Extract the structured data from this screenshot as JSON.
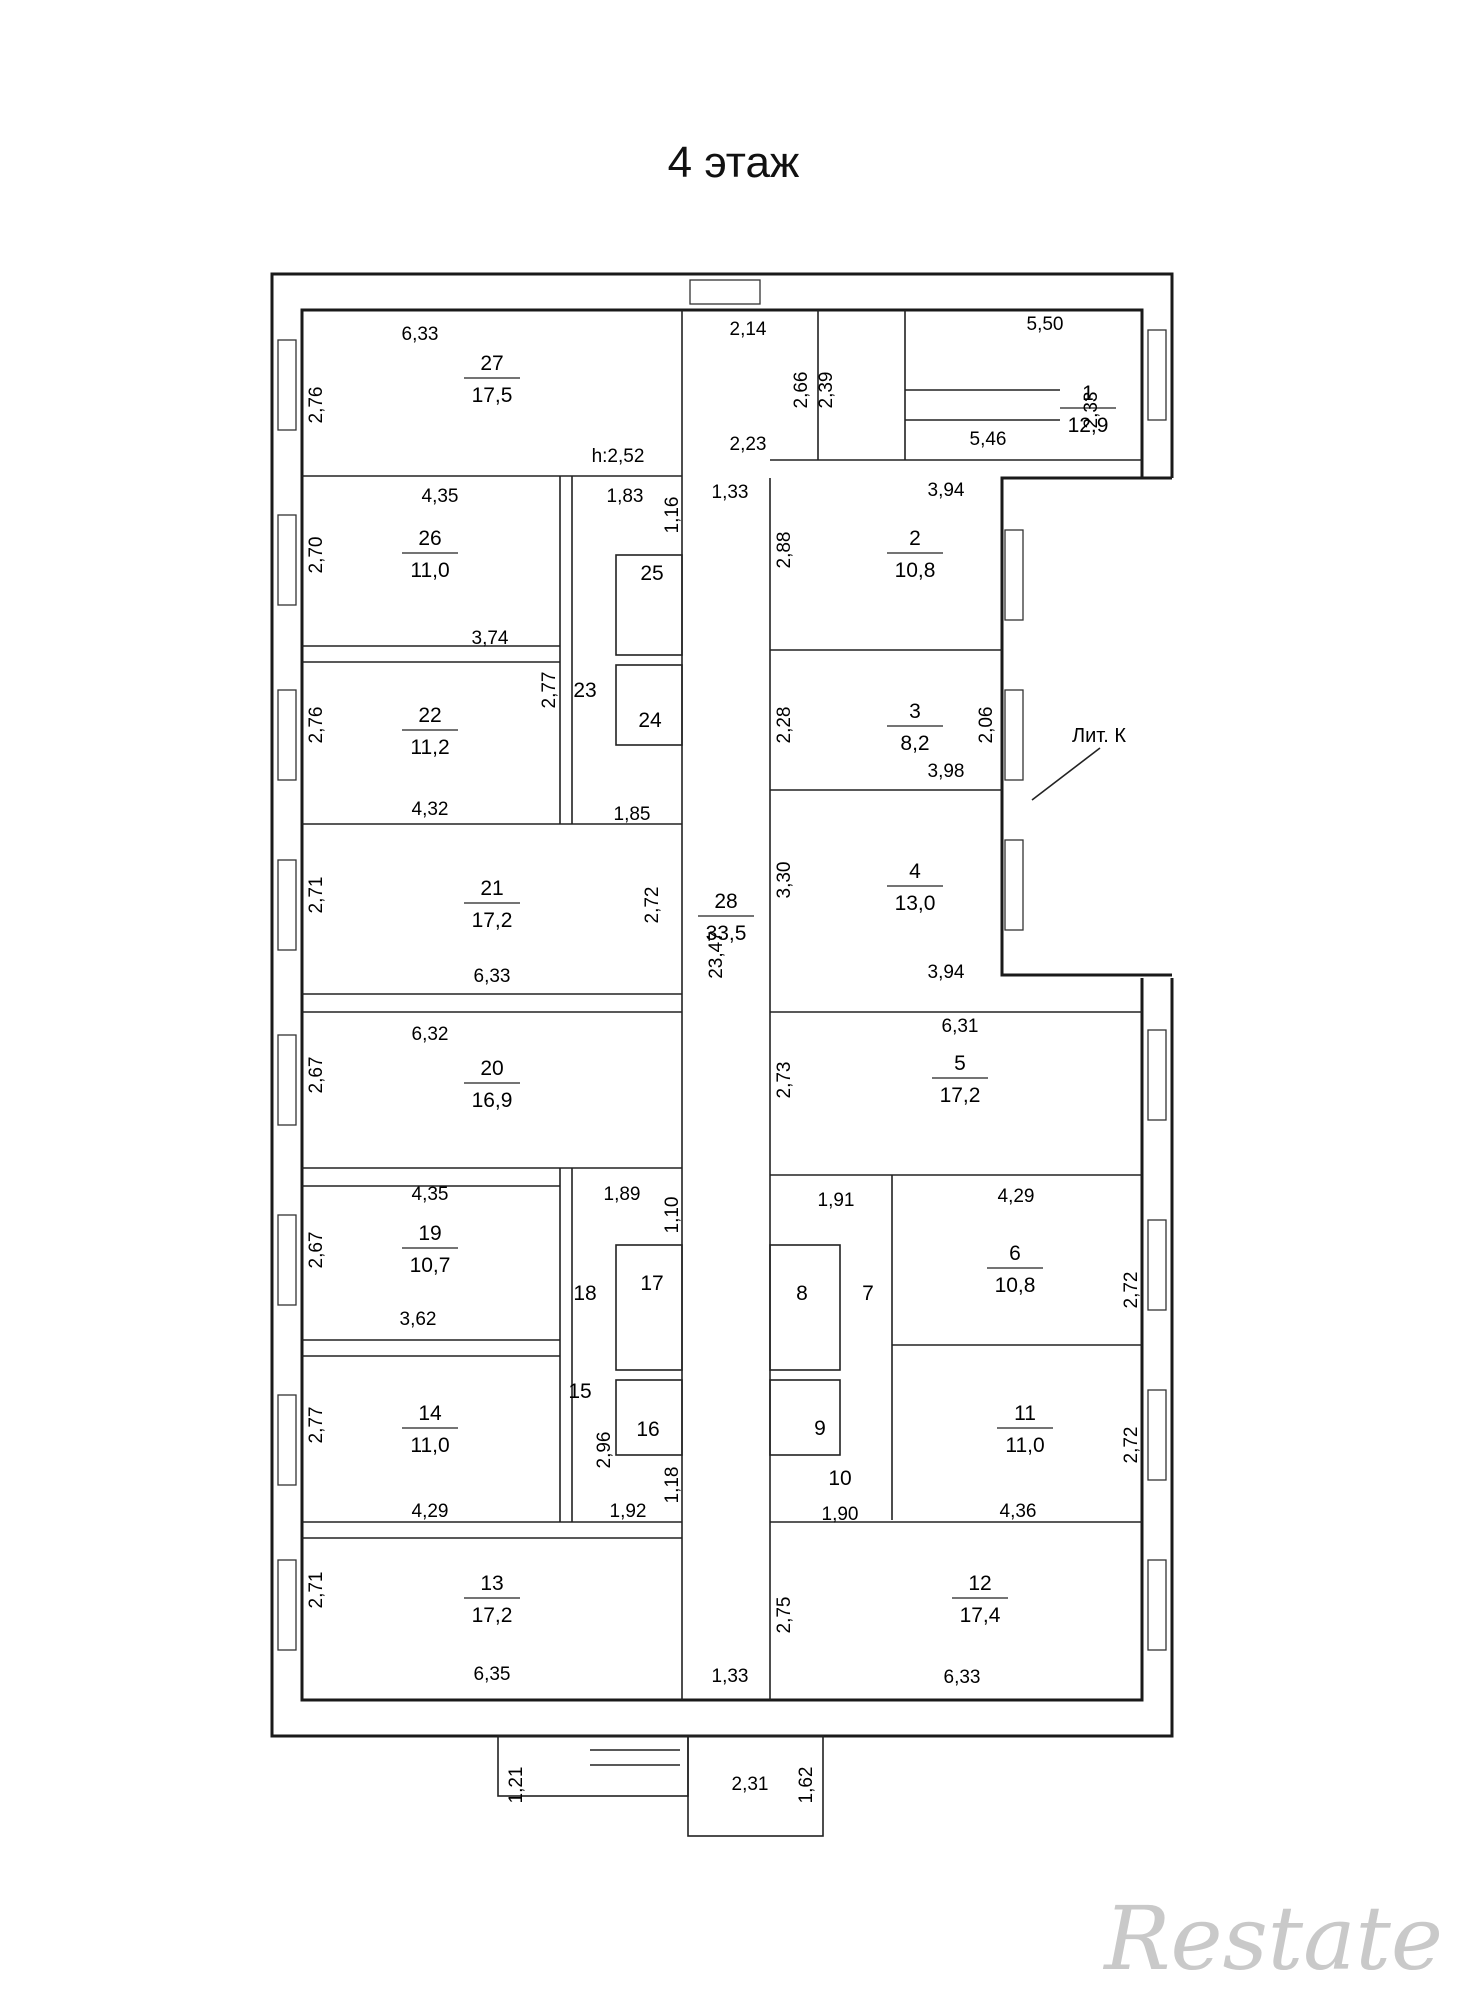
{
  "title": "4 этаж",
  "annotation_lit": "Лит. К",
  "watermark": "Restate",
  "rooms": [
    {
      "num": "1",
      "area": "12,9"
    },
    {
      "num": "2",
      "area": "10,8"
    },
    {
      "num": "3",
      "area": "8,2"
    },
    {
      "num": "4",
      "area": "13,0"
    },
    {
      "num": "5",
      "area": "17,2"
    },
    {
      "num": "6",
      "area": "10,8"
    },
    {
      "num": "7",
      "area": ""
    },
    {
      "num": "8",
      "area": ""
    },
    {
      "num": "9",
      "area": ""
    },
    {
      "num": "10",
      "area": ""
    },
    {
      "num": "11",
      "area": "11,0"
    },
    {
      "num": "12",
      "area": "17,4"
    },
    {
      "num": "13",
      "area": "17,2"
    },
    {
      "num": "14",
      "area": "11,0"
    },
    {
      "num": "15",
      "area": ""
    },
    {
      "num": "16",
      "area": ""
    },
    {
      "num": "17",
      "area": ""
    },
    {
      "num": "18",
      "area": ""
    },
    {
      "num": "19",
      "area": "10,7"
    },
    {
      "num": "20",
      "area": "16,9"
    },
    {
      "num": "21",
      "area": "17,2"
    },
    {
      "num": "22",
      "area": "11,2"
    },
    {
      "num": "23",
      "area": ""
    },
    {
      "num": "24",
      "area": ""
    },
    {
      "num": "25",
      "area": ""
    },
    {
      "num": "26",
      "area": "11,0"
    },
    {
      "num": "27",
      "area": "17,5"
    },
    {
      "num": "28",
      "area": "33,5"
    }
  ],
  "dimensions": [
    "6,33",
    "2,76",
    "h:2,52",
    "1,83",
    "4,35",
    "2,70",
    "3,74",
    "2,77",
    "1,16",
    "1,33",
    "2,76",
    "4,32",
    "1,85",
    "2,71",
    "6,33",
    "2,72",
    "23,47",
    "6,32",
    "2,67",
    "4,35",
    "1,89",
    "1,10",
    "2,67",
    "3,62",
    "2,77",
    "2,96",
    "4,29",
    "1,92",
    "1,18",
    "2,71",
    "6,35",
    "1,33",
    "1,21",
    "2,31",
    "1,62",
    "2,14",
    "2,66",
    "2,39",
    "2,23",
    "5,50",
    "5,46",
    "2,33",
    "3,94",
    "2,88",
    "2,28",
    "3,98",
    "2,06",
    "3,30",
    "3,94",
    "6,31",
    "2,73",
    "1,91",
    "4,29",
    "2,72",
    "1,90",
    "4,36",
    "2,72",
    "2,75",
    "6,33"
  ]
}
